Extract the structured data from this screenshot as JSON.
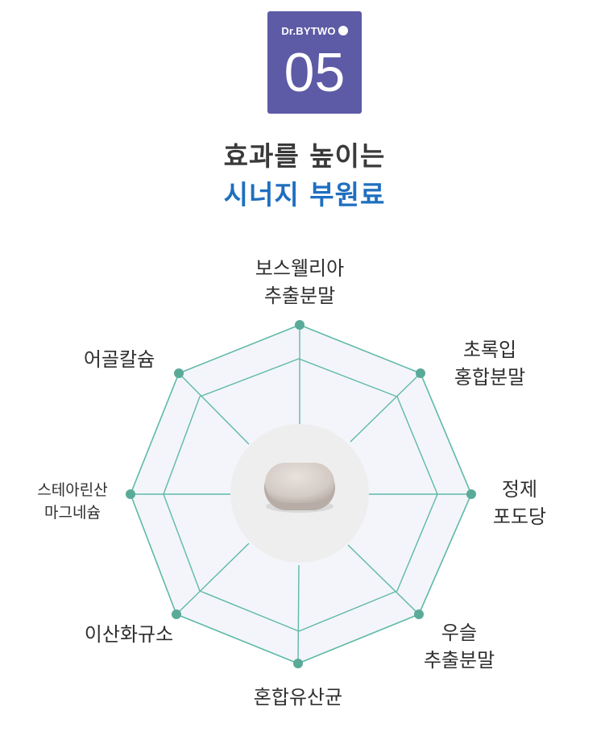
{
  "badge": {
    "brand": "Dr.BYTWO",
    "number": "05",
    "color": "#5d5aa6"
  },
  "headline": {
    "line1": "효과를 높이는",
    "line2": "시너지 부원료"
  },
  "colors": {
    "title": "#3a3a3a",
    "accent": "#1f6fc0",
    "radar_line": "#5fb9a6",
    "dot": "#5aaa98",
    "fill": "#f3f5fb",
    "center": "#eeeeee"
  },
  "ingredients": [
    {
      "line1": "보스웰리아",
      "line2": "추출분말"
    },
    {
      "line1": "초록입",
      "line2": "홍합분말"
    },
    {
      "line1": "정제",
      "line2": "포도당"
    },
    {
      "line1": "우슬",
      "line2": "추출분말"
    },
    {
      "line1": "혼합유산균",
      "line2": ""
    },
    {
      "line1": "이산화규소",
      "line2": ""
    },
    {
      "line1": "스테아린산",
      "line2": "마그네슘"
    },
    {
      "line1": "어골칼슘",
      "line2": ""
    }
  ],
  "center_image": "tablet-pill"
}
